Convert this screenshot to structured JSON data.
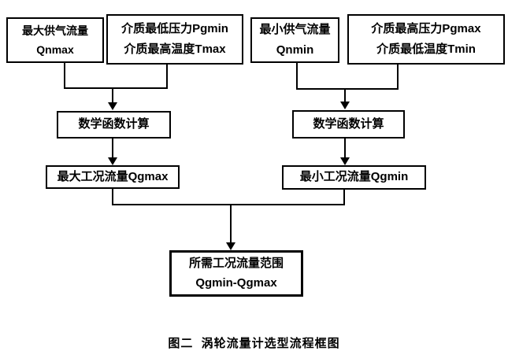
{
  "colors": {
    "line": "#000000",
    "background": "#ffffff",
    "text": "#000000"
  },
  "nodes": {
    "qnmax": {
      "line1": "最大供气流量",
      "line2": "Qnmax"
    },
    "pgmin_tmax": {
      "line1": "介质最低压力Pgmin",
      "line2": "介质最高温度Tmax"
    },
    "qnmin": {
      "line1": "最小供气流量",
      "line2": "Qnmin"
    },
    "pgmax_tmin": {
      "line1": "介质最高压力Pgmax",
      "line2": "介质最低温度Tmin"
    },
    "calc_left": {
      "label": "数学函数计算"
    },
    "calc_right": {
      "label": "数学函数计算"
    },
    "qgmax": {
      "label": "最大工况流量Qgmax"
    },
    "qgmin": {
      "label": "最小工况流量Qgmin"
    },
    "result": {
      "line1": "所需工况流量范围",
      "line2": "Qgmin-Qgmax"
    }
  },
  "caption": "图二  涡轮流量计选型流程框图"
}
